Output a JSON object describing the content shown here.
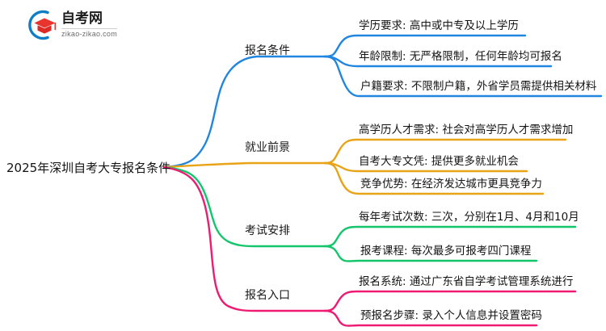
{
  "logo": {
    "name_cn": "自考网",
    "domain": "zikao-zikao.com",
    "mark_icon": "graduation-cap-icon",
    "arc_color": "#0f7ec4",
    "cap_color": "#e8342c"
  },
  "mindmap": {
    "root": {
      "label": "2025年深圳自考大专报名条件"
    },
    "branches": [
      {
        "label": "报名条件",
        "color": "#2186e0",
        "children": [
          {
            "label": "学历要求: 高中或中专及以上学历"
          },
          {
            "label": "年龄限制: 无严格限制，任何年龄均可报名"
          },
          {
            "label": "户籍要求: 不限制户籍，外省学员需提供相关材料"
          }
        ]
      },
      {
        "label": "就业前景",
        "color": "#e8a317",
        "children": [
          {
            "label": "高学历人才需求: 社会对高学历人才需求增加"
          },
          {
            "label": "自考大专文凭: 提供更多就业机会"
          },
          {
            "label": "竞争优势: 在经济发达城市更具竞争力"
          }
        ]
      },
      {
        "label": "考试安排",
        "color": "#13c56b",
        "children": [
          {
            "label": "每年考试次数: 三次，分别在1月、4月和10月"
          },
          {
            "label": "报考课程: 每次最多可报考四门课程"
          }
        ]
      },
      {
        "label": "报名入口",
        "color": "#ef1a72",
        "children": [
          {
            "label": "报名系统: 通过广东省自学考试管理系统进行"
          },
          {
            "label": "预报名步骤: 录入个人信息并设置密码"
          }
        ]
      }
    ]
  }
}
